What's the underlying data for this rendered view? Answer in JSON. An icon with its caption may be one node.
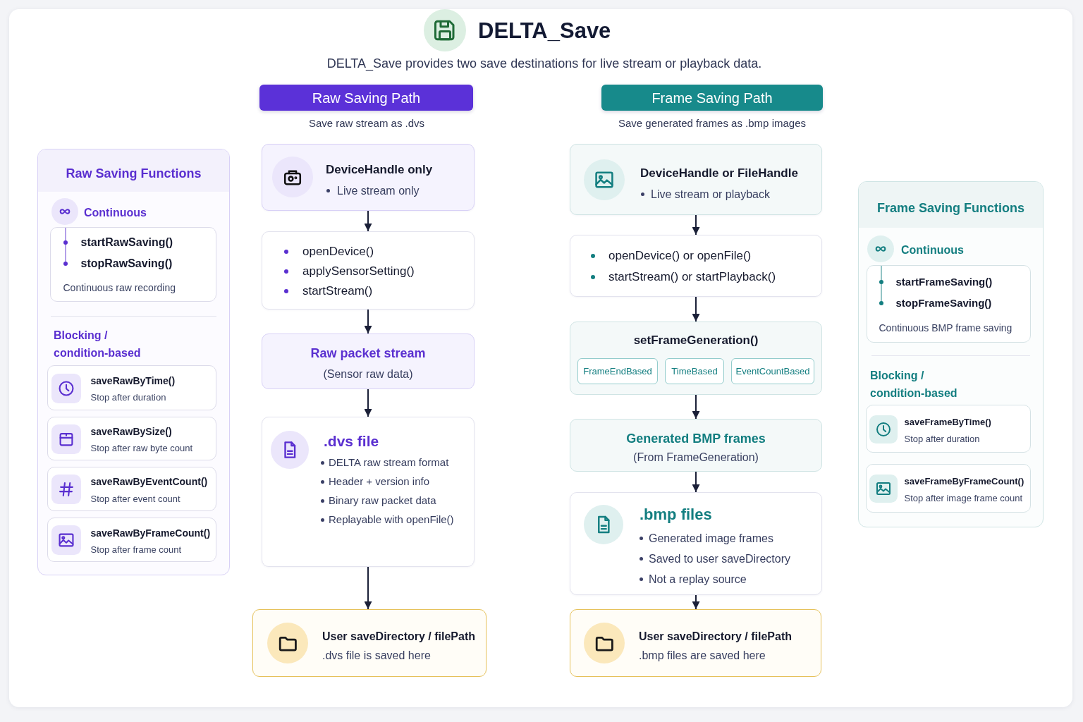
{
  "diagram": {
    "title": "DELTA_Save",
    "nodes": [
      {
        "text": [
          "Raw Saving Path"
        ],
        "beside": [
          "Save raw stream as .dvs"
        ]
      },
      {
        "text": [
          "Frame Saving Path"
        ],
        "beside": [
          "Save generated frames as .bmp images"
        ]
      },
      {
        "text": [
          "Raw Saving Functions",
          "Continuous",
          "Blocking / condition-based"
        ]
      },
      {
        "text": [
          "startRawSaving()",
          "stopRawSaving()",
          "Continuous raw recording"
        ],
        "in": 2
      },
      {
        "text": [
          "saveRawByTime()",
          "Stop after duration"
        ],
        "in": 2
      },
      {
        "text": [
          "saveRawBySize()",
          "Stop after raw byte count"
        ],
        "in": 2
      },
      {
        "text": [
          "saveRawByEventCount()",
          "Stop after event count"
        ],
        "in": 2
      },
      {
        "text": [
          "saveRawByFrameCount()",
          "Stop after frame count"
        ],
        "in": 2
      },
      {
        "text": [
          "DeviceHandle only",
          "Live stream only"
        ]
      },
      {
        "text": [
          "openDevice()",
          "applySensorSetting()",
          "startStream()"
        ]
      },
      {
        "text": [
          "Raw packet stream",
          "(Sensor raw data)"
        ]
      },
      {
        "text": [
          ".dvs file",
          "DELTA raw stream format",
          "Header + version info",
          "Binary raw packet data",
          "Replayable with openFile()"
        ]
      },
      {
        "text": [
          "User saveDirectory / filePath",
          ".dvs file is saved here"
        ]
      },
      {
        "text": [
          "DeviceHandle or FileHandle",
          "Live stream or playback"
        ]
      },
      {
        "text": [
          "openDevice() or openFile()",
          "startStream() or startPlayback()"
        ]
      },
      {
        "text": [
          "setFrameGeneration()"
        ]
      },
      {
        "text": [
          "FrameEndBased"
        ],
        "in": 15
      },
      {
        "text": [
          "TimeBased"
        ],
        "in": 15
      },
      {
        "text": [
          "EventCountBased"
        ],
        "in": 15
      },
      {
        "text": [
          "Generated BMP frames",
          "(From FrameGeneration)"
        ]
      },
      {
        "text": [
          ".bmp files",
          "Generated image frames",
          "Saved to user saveDirectory",
          "Not a replay source"
        ]
      },
      {
        "text": [
          "User saveDirectory / filePath",
          ".bmp files are saved here"
        ]
      },
      {
        "text": [
          "Frame Saving Functions",
          "Continuous",
          "Blocking / condition-based"
        ]
      },
      {
        "text": [
          "startFrameSaving()",
          "stopFrameSaving()",
          "Continuous BMP frame saving"
        ],
        "in": 22
      },
      {
        "text": [
          "saveFrameByTime()",
          "Stop after duration"
        ],
        "in": 22
      },
      {
        "text": [
          "saveFrameByFrameCount()",
          "Stop after image frame count"
        ],
        "in": 22
      }
    ],
    "edges": [
      {
        "from": 8,
        "to": 9,
        "arrow": "to"
      },
      {
        "from": 9,
        "to": 10,
        "arrow": "to"
      },
      {
        "from": 10,
        "to": 11,
        "arrow": "to"
      },
      {
        "from": 11,
        "to": 12,
        "arrow": "to"
      },
      {
        "from": 13,
        "to": 14,
        "arrow": "to"
      },
      {
        "from": 14,
        "to": 15,
        "arrow": "to"
      },
      {
        "from": 15,
        "to": 19,
        "arrow": "to"
      },
      {
        "from": 19,
        "to": 20,
        "arrow": "to"
      },
      {
        "from": 20,
        "to": 21,
        "arrow": "to"
      }
    ],
    "labels": [
      "DELTA_Save provides two save destinations for live stream or playback data."
    ]
  }
}
